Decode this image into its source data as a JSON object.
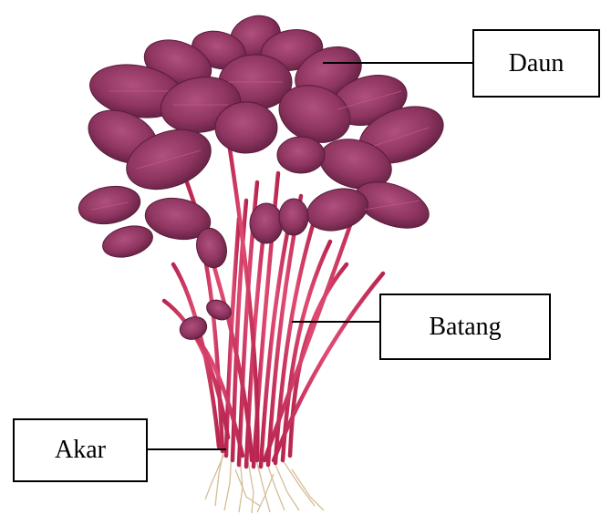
{
  "labels": {
    "daun": "Daun",
    "batang": "Batang",
    "akar": "Akar"
  },
  "colors": {
    "leaf": "#8e3560",
    "leaf_dark": "#6a2347",
    "leaf_vein": "#c2557f",
    "stem": "#d0335e",
    "root": "#d8c3a0",
    "line": "#000000"
  }
}
